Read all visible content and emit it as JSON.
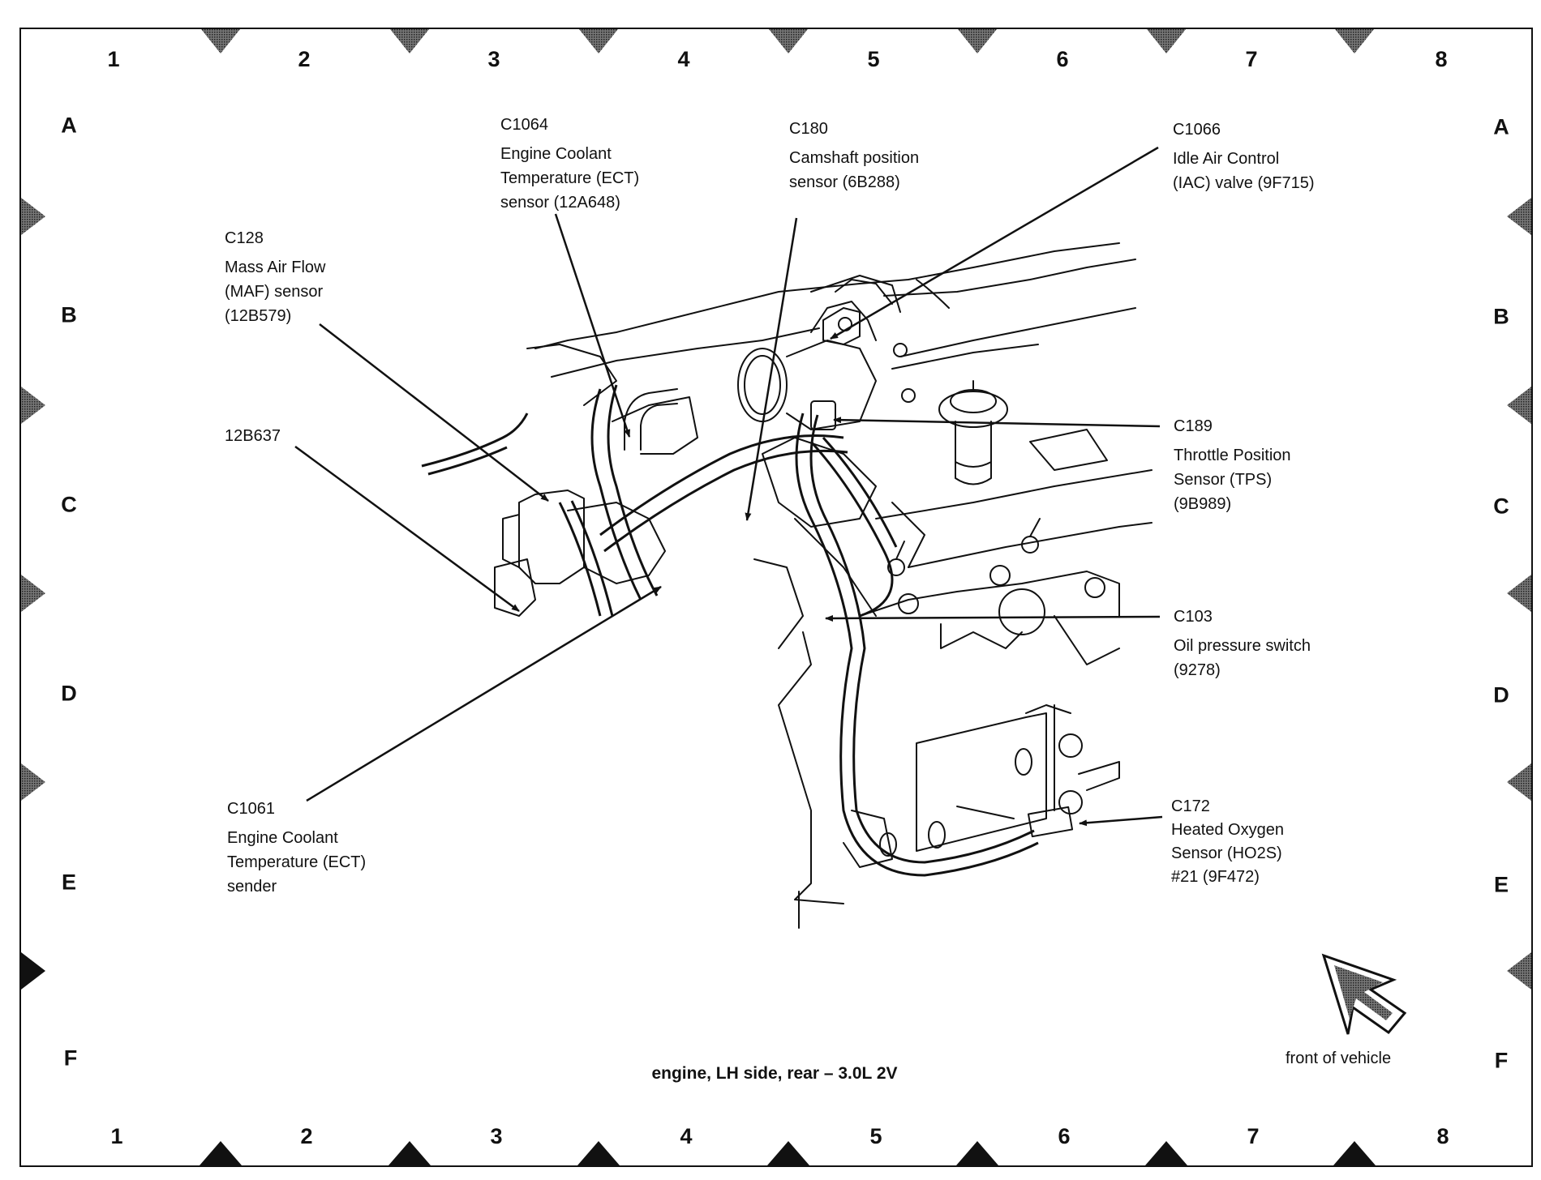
{
  "diagram": {
    "title": "engine, LH side, rear – 3.0L 2V",
    "orientation_label": "front of vehicle",
    "grid": {
      "columns": [
        "1",
        "2",
        "3",
        "4",
        "5",
        "6",
        "7",
        "8"
      ],
      "rows": [
        "A",
        "B",
        "C",
        "D",
        "E",
        "F"
      ]
    },
    "callouts": [
      {
        "id": "c1064",
        "code": "C1064",
        "lines": [
          "Engine Coolant",
          "Temperature (ECT)",
          "sensor (12A648)"
        ]
      },
      {
        "id": "c180",
        "code": "C180",
        "lines": [
          "Camshaft position",
          "sensor (6B288)"
        ]
      },
      {
        "id": "c1066",
        "code": "C1066",
        "lines": [
          "Idle Air Control",
          "(IAC) valve (9F715)"
        ]
      },
      {
        "id": "c128",
        "code": "C128",
        "lines": [
          "Mass Air Flow",
          "(MAF) sensor",
          "(12B579)"
        ]
      },
      {
        "id": "12b637",
        "code": "12B637",
        "lines": []
      },
      {
        "id": "c189",
        "code": "C189",
        "lines": [
          "Throttle Position",
          "Sensor (TPS)",
          "(9B989)"
        ]
      },
      {
        "id": "c103",
        "code": "C103",
        "lines": [
          "Oil pressure switch",
          "(9278)"
        ]
      },
      {
        "id": "c1061",
        "code": "C1061",
        "lines": [
          "Engine Coolant",
          "Temperature (ECT)",
          "sender"
        ]
      },
      {
        "id": "c172",
        "code": "C172",
        "lines": [
          "Heated Oxygen",
          "Sensor (HO2S)",
          "#21 (9F472)"
        ]
      }
    ],
    "icons": {
      "front_arrow": "front-of-vehicle-arrow-icon",
      "grid_marker": "grid-marker-triangle-icon"
    }
  }
}
